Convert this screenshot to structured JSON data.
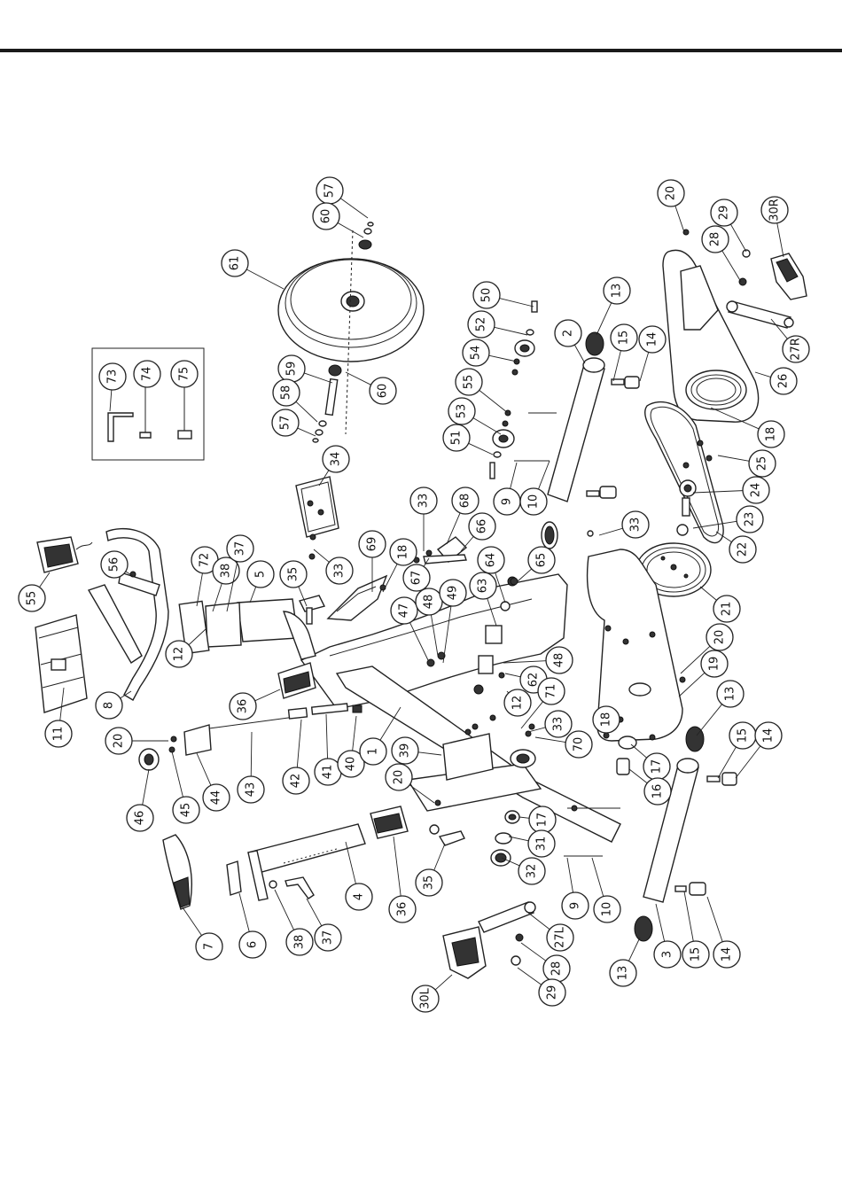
{
  "diagram_type": "exploded-parts-diagram",
  "callouts": [
    {
      "label": "57"
    },
    {
      "label": "60"
    },
    {
      "label": "61"
    },
    {
      "label": "59"
    },
    {
      "label": "60"
    },
    {
      "label": "58"
    },
    {
      "label": "57"
    },
    {
      "label": "73"
    },
    {
      "label": "74"
    },
    {
      "label": "75"
    },
    {
      "label": "50"
    },
    {
      "label": "52"
    },
    {
      "label": "54"
    },
    {
      "label": "55"
    },
    {
      "label": "53"
    },
    {
      "label": "51"
    },
    {
      "label": "2"
    },
    {
      "label": "13"
    },
    {
      "label": "15"
    },
    {
      "label": "14"
    },
    {
      "label": "20"
    },
    {
      "label": "29"
    },
    {
      "label": "30R"
    },
    {
      "label": "28"
    },
    {
      "label": "27R"
    },
    {
      "label": "26"
    },
    {
      "label": "18"
    },
    {
      "label": "25"
    },
    {
      "label": "24"
    },
    {
      "label": "23"
    },
    {
      "label": "22"
    },
    {
      "label": "21"
    },
    {
      "label": "9"
    },
    {
      "label": "10"
    },
    {
      "label": "33"
    },
    {
      "label": "34"
    },
    {
      "label": "55"
    },
    {
      "label": "56"
    },
    {
      "label": "72"
    },
    {
      "label": "38"
    },
    {
      "label": "37"
    },
    {
      "label": "5"
    },
    {
      "label": "12"
    },
    {
      "label": "35"
    },
    {
      "label": "69"
    },
    {
      "label": "18"
    },
    {
      "label": "33"
    },
    {
      "label": "68"
    },
    {
      "label": "66"
    },
    {
      "label": "67"
    },
    {
      "label": "64"
    },
    {
      "label": "65"
    },
    {
      "label": "33"
    },
    {
      "label": "47"
    },
    {
      "label": "48"
    },
    {
      "label": "49"
    },
    {
      "label": "63"
    },
    {
      "label": "48"
    },
    {
      "label": "62"
    },
    {
      "label": "12"
    },
    {
      "label": "71"
    },
    {
      "label": "33"
    },
    {
      "label": "70"
    },
    {
      "label": "18"
    },
    {
      "label": "11"
    },
    {
      "label": "8"
    },
    {
      "label": "36"
    },
    {
      "label": "20"
    },
    {
      "label": "19"
    },
    {
      "label": "13"
    },
    {
      "label": "15"
    },
    {
      "label": "14"
    },
    {
      "label": "17"
    },
    {
      "label": "16"
    },
    {
      "label": "20"
    },
    {
      "label": "46"
    },
    {
      "label": "45"
    },
    {
      "label": "44"
    },
    {
      "label": "43"
    },
    {
      "label": "42"
    },
    {
      "label": "41"
    },
    {
      "label": "40"
    },
    {
      "label": "1"
    },
    {
      "label": "39"
    },
    {
      "label": "20"
    },
    {
      "label": "17"
    },
    {
      "label": "31"
    },
    {
      "label": "32"
    },
    {
      "label": "9"
    },
    {
      "label": "10"
    },
    {
      "label": "3"
    },
    {
      "label": "15"
    },
    {
      "label": "14"
    },
    {
      "label": "7"
    },
    {
      "label": "6"
    },
    {
      "label": "38"
    },
    {
      "label": "37"
    },
    {
      "label": "4"
    },
    {
      "label": "36"
    },
    {
      "label": "35"
    },
    {
      "label": "27L"
    },
    {
      "label": "28"
    },
    {
      "label": "29"
    },
    {
      "label": "30L"
    },
    {
      "label": "13"
    }
  ]
}
